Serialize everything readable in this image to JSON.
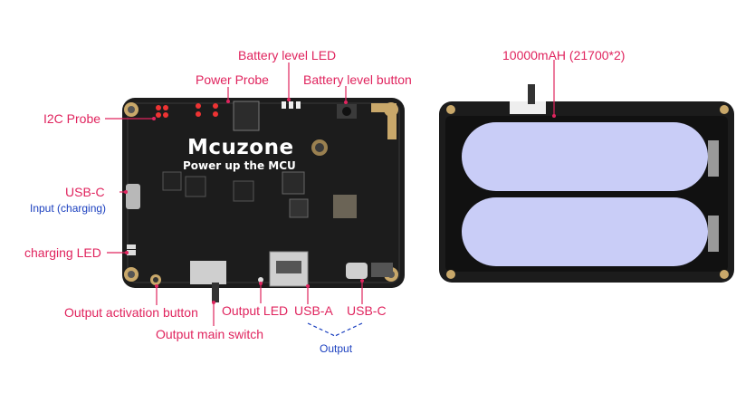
{
  "left_board": {
    "brand": "Mcuzone",
    "tagline": "Power up the MCU",
    "labels": {
      "battery_level_led": "Battery level LED",
      "power_probe": "Power Probe",
      "battery_level_button": "Battery level button",
      "i2c_probe": "I2C Probe",
      "usb_c_input": "USB-C",
      "input_charging": "Input (charging)",
      "charging_led": "charging LED",
      "output_activation_button": "Output activation button",
      "output_main_switch": "Output main switch",
      "output_led": "Output LED",
      "usb_a": "USB-A",
      "usb_c_output": "USB-C",
      "output_group": "Output"
    }
  },
  "right_board": {
    "capacity_label": "10000mAH (21700*2)"
  },
  "colors": {
    "label": "#e0245e",
    "output_label": "#1a3fbf",
    "pcb": "#1b1b1b",
    "battery": "#c9cdf7"
  }
}
